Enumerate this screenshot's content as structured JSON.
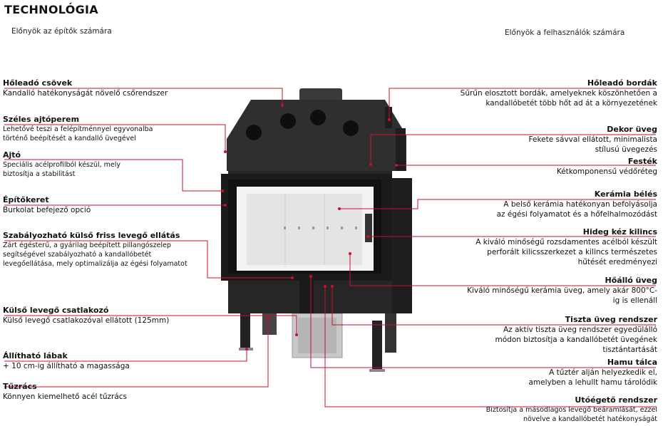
{
  "title": "TECHNOLÓGIA",
  "left_header": "Előnyök az építők számára",
  "right_header": "Előnyök a felhasználók számára",
  "left_features": [
    {
      "title": "Hőleadó csövek",
      "desc": "Kandalló hatékonyságát növelő csőrendszer"
    },
    {
      "title": "Széles ajtóperem",
      "desc": "Lehetővé teszi a felépítménnyel egyvonalba\ntörténő beépítését a kandalló üvegével"
    },
    {
      "title": "Ajtó",
      "desc": "Speciális acélprofilból készül, mely\nbiztosítja a stabilitást"
    },
    {
      "title": "Építőkeret",
      "desc": "Burkolat befejező opció"
    },
    {
      "title": "Szabályozható külső friss levegő ellátás",
      "desc": "Zárt égésterű, a gyárilag beépített pillangószelep\nsegítségével szabályozható a kandallóbetét\nlevegőellátása, mely optimalizálja az égési folyamatot"
    },
    {
      "title": "Külső levegő csatlakozó",
      "desc": "Külső levegő csatlakozóval ellátott (125mm)"
    },
    {
      "title": "Állítható lábak",
      "desc": "+ 10 cm-ig állítható a magassága"
    },
    {
      "title": "Tűzrács",
      "desc": "Könnyen kiemelhető acél tűzrács"
    }
  ],
  "right_features": [
    {
      "title": "Hőleadó bordák",
      "desc": "Sűrűn elosztott bordák, amelyeknek köszönhetően a\nkandallóbetét több hőt ad át a környezetének"
    },
    {
      "title": "Dekor üveg",
      "desc": "Fekete sávval ellátott, minimalista\nstílusú üvegezés"
    },
    {
      "title": "Festék",
      "desc": "Kétkomponensű védőréteg"
    },
    {
      "title": "Kerámia bélés",
      "desc": "A belső kerámia hatékonyan befolyásolja\naz égési folyamatot és a hőfelhalmozódást"
    },
    {
      "title": "Hideg kéz kilincs",
      "desc": "A kiváló minőségű rozsdamentes acélból készült\nperforált kilicsszerkezet a kilincs természetes\nhűtését eredményezi"
    },
    {
      "title": "Hőálló üveg",
      "desc": "Kiváló minőségű kerámia üveg, amely akár 800°C-\nig is ellenáll"
    },
    {
      "title": "Tiszta üveg rendszer",
      "desc": "Az aktív tiszta üveg rendszer egyedülálló\nmódon biztosítja a kandallóbetét üvegének\ntisztántartását"
    },
    {
      "title": "Hamu tálca",
      "desc": "A tűztér alján helyezkedik el,\namelyben a lehullt hamu tárolódik"
    },
    {
      "title": "Utóégető rendszer",
      "desc": "Biztosítja a másodlagos levegő beáramlását, ezzel\nnövelve a kandallóbetét hatékonyságát"
    }
  ],
  "colors": {
    "accent_line": "#c8102e",
    "stove_body": "#2a2a2a",
    "stove_dark": "#161616",
    "glass_frame": "#dcdcdc",
    "firebox": "#e9e9e9"
  }
}
